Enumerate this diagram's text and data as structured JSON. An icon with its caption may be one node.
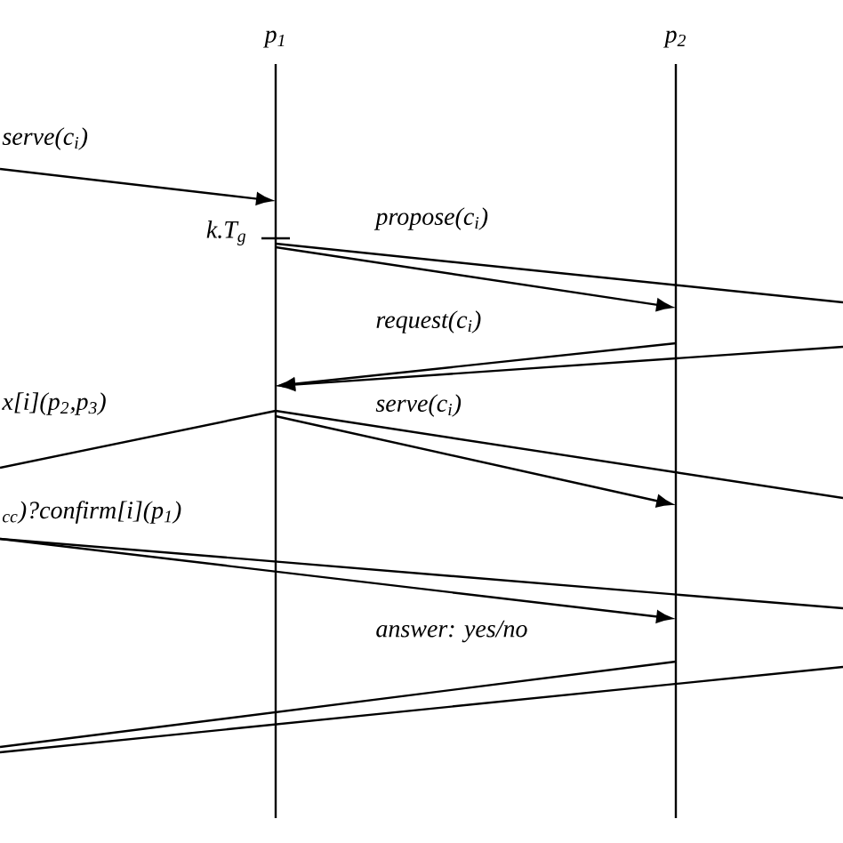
{
  "diagram": {
    "nodes": [
      {
        "text": [
          "p$_{1}$"
        ]
      },
      {
        "text": [
          "p$_{2}$"
        ]
      }
    ],
    "edges": [
      {
        "from": null,
        "to": 0,
        "arrow": "to",
        "label": "serve(c$_{i}$)"
      },
      {
        "from": 0,
        "to": null,
        "arrow": "none",
        "label": "propose(c$_{i}$)"
      },
      {
        "from": 0,
        "to": 1,
        "arrow": "to"
      },
      {
        "from": 1,
        "to": 0,
        "arrow": "to",
        "label": "request(c$_{i}$)"
      },
      {
        "from": null,
        "to": 0,
        "arrow": "to"
      },
      {
        "from": 0,
        "to": null,
        "arrow": "none",
        "label": "x[i](p$_{2}$,p$_{3}$)"
      },
      {
        "from": 0,
        "to": null,
        "arrow": "none"
      },
      {
        "from": 0,
        "to": 1,
        "arrow": "to",
        "label": "serve(c$_{i}$)"
      },
      {
        "from": null,
        "to": 1,
        "arrow": "to",
        "label": "$_{cc}$)?confirm[i](p$_{1}$)"
      },
      {
        "from": 1,
        "to": null,
        "arrow": "none",
        "label": "answer: yes/no"
      }
    ],
    "labels": [
      "k.T$_{g}$"
    ]
  }
}
